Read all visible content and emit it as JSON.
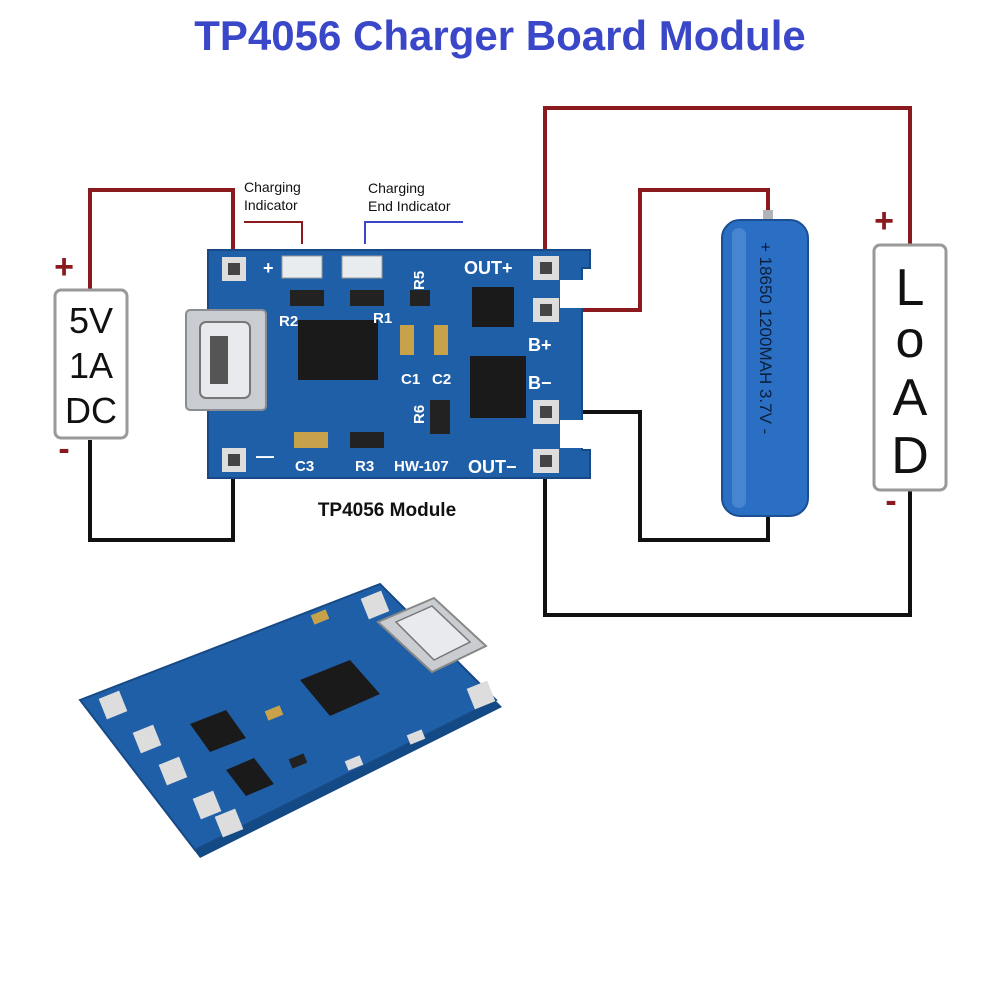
{
  "title": "TP4056 Charger Board Module",
  "annotations": {
    "charging_indicator_line1": "Charging",
    "charging_indicator_line2": "Indicator",
    "end_indicator_line1": "Charging",
    "end_indicator_line2": "End Indicator",
    "module_caption": "TP4056 Module"
  },
  "power_source": {
    "line1": "5V",
    "line2": "1A",
    "line3": "DC",
    "plus": "+",
    "minus": "-"
  },
  "board": {
    "pin_plus": "+",
    "pin_minus": "—",
    "out_plus": "OUT+",
    "b_plus": "B+",
    "b_minus": "B−",
    "out_minus": "OUT−",
    "r1": "R1",
    "r2": "R2",
    "r3": "R3",
    "r5": "R5",
    "r6": "R6",
    "c1": "C1",
    "c2": "C2",
    "c3": "C3",
    "model": "HW-107"
  },
  "battery": {
    "label": "+ 18650 1200MAH 3.7V -"
  },
  "load": {
    "letters": [
      "L",
      "o",
      "A",
      "D"
    ],
    "plus": "+",
    "minus": "-"
  },
  "colors": {
    "title": "#3a47c8",
    "positive_wire": "#8b1a1f",
    "negative_wire": "#111111",
    "pcb": "#1f5fa8",
    "battery": "#2a6fc4"
  }
}
